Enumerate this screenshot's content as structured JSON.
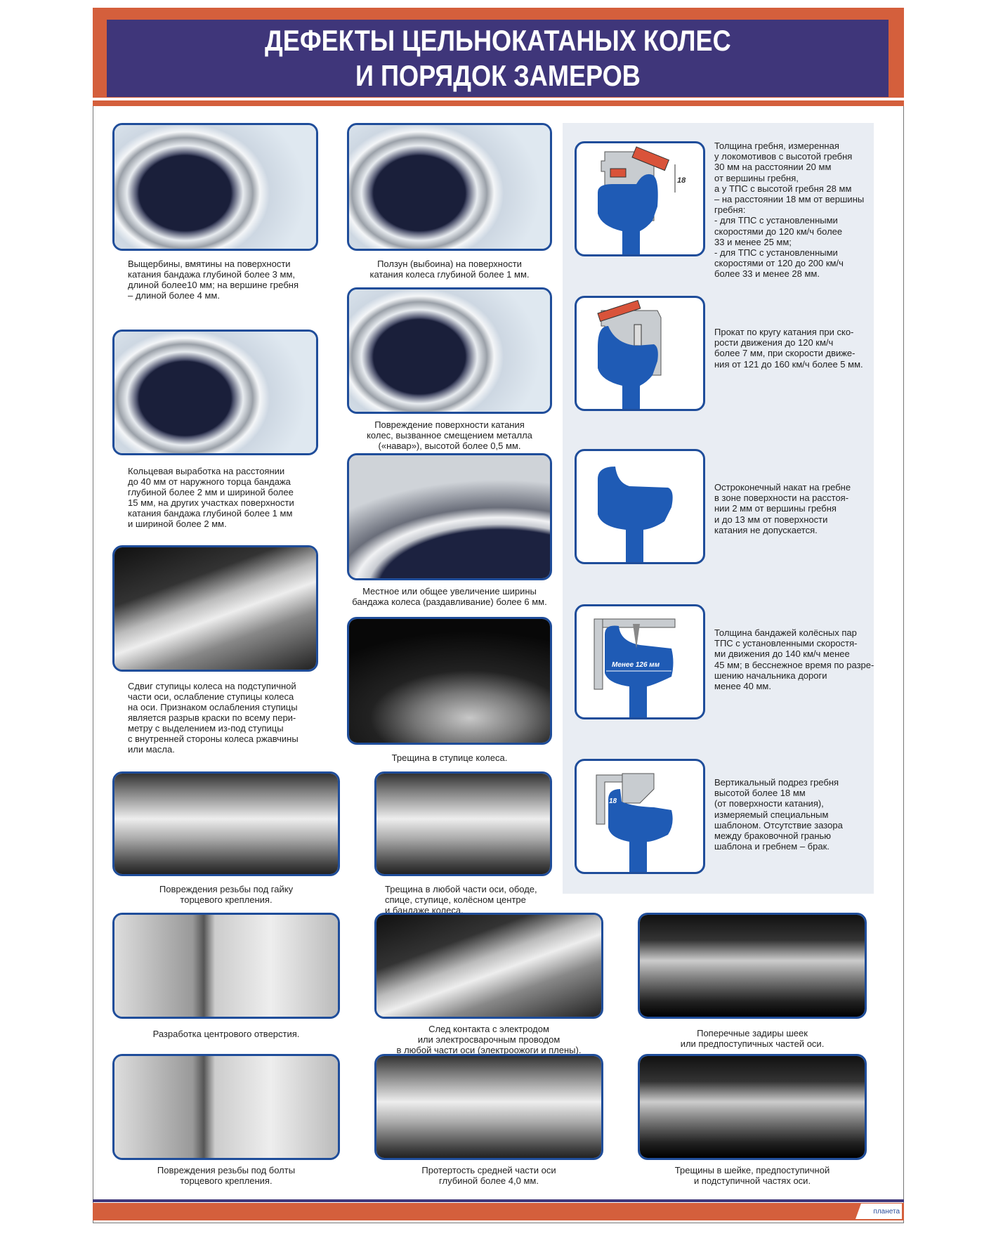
{
  "header": {
    "title_line1": "ДЕФЕКТЫ ЦЕЛЬНОКАТАНЫХ КОЛЕС",
    "title_line2": "И ПОРЯДОК ЗАМЕРОВ"
  },
  "defects": [
    {
      "caption": "Выщербины, вмятины на поверхности\nкатания бандажа глубиной более 3 мм,\nдлиной более10 мм; на вершине гребня\n– длиной более 4 мм."
    },
    {
      "caption": "Ползун (выбоина) на поверхности\nкатания колеса глубиной более 1 мм."
    },
    {
      "caption": "Кольцевая выработка на расстоянии\nдо 40 мм от наружного торца бандажа\nглубиной более 2 мм и шириной более\n15 мм, на других участках поверхности\nкатания бандажа глубиной более 1 мм\nи шириной более 2 мм."
    },
    {
      "caption": "Повреждение поверхности катания\nколес, вызванное смещением металла\n(«навар»),  высотой более 0,5 мм."
    },
    {
      "caption": "Местное или общее увеличение ширины\nбандажа колеса (раздавливание) более 6 мм."
    },
    {
      "caption": "Сдвиг ступицы колеса на подступичной\nчасти оси, ослабление ступицы колеса\nна оси. Признаком ослабления ступицы\nявляется разрыв краски по всему пери-\nметру с выделением из-под ступицы\nс внутренней стороны колеса ржавчины\nили масла."
    },
    {
      "caption": "Трещина в ступице колеса."
    },
    {
      "caption": "Повреждения резьбы под гайку\nторцевого крепления."
    },
    {
      "caption": "Трещина в любой части оси, ободе,\nспице, ступице, колёсном центре\nи бандаже колеса."
    },
    {
      "caption": "Разработка центрового отверстия."
    },
    {
      "caption": "След контакта с электродом\nили электросварочным проводом\nв любой части оси (электроожоги и плены)."
    },
    {
      "caption": "Поперечные задиры шеек\nили предпоступичных частей оси."
    },
    {
      "caption": "Повреждения резьбы под болты\nторцевого крепления."
    },
    {
      "caption": "Протертость средней части оси\nглубиной более 4,0 мм."
    },
    {
      "caption": "Трещины в шейке, предпоступичной\nи подступичной частях оси."
    }
  ],
  "measurements": [
    {
      "text": "Толщина гребня, измеренная\nу локомотивов с высотой гребня\n30 мм на расстоянии 20 мм\nот вершины гребня,\nа у ТПС с высотой гребня 28 мм\n– на расстоянии 18 мм от вершины\nгребня:\n - для ТПС с установленными\n скоростями до 120 км/ч более\n 33 и менее 25 мм;\n - для ТПС с установленными\n скоростями  от 120 до 200 км/ч\n более 33 и менее 28 мм.",
      "label": "18"
    },
    {
      "text": "Прокат по кругу катания при ско-\nрости движения до 120 км/ч\nболее 7 мм, при скорости движе-\nния от 121 до 160 км/ч более 5 мм."
    },
    {
      "text": "Остроконечный накат на гребне\nв зоне поверхности на расстоя-\nнии 2 мм от вершины гребня\nи до 13 мм от поверхности\nкатания не допускается."
    },
    {
      "text": "Толщина бандажей колёсных пар\nТПС с установленными скоростя-\nми движения до 140 км/ч менее\n45 мм; в бесснежное время по разре-\nшению начальника дороги\nменее 40 мм.",
      "label": "Менее 126 мм"
    },
    {
      "text": "Вертикальный подрез гребня\nвысотой более 18 мм\n(от поверхности катания),\nизмеряемый специальным\nшаблоном. Отсутствие зазора\nмежду браковочной гранью\nшаблона и гребнем – брак.",
      "label": "18"
    }
  ],
  "footer": {
    "logo": "планета"
  },
  "colors": {
    "title_bg": "#3f367a",
    "accent": "#d45f3c",
    "frame": "#1f4d9a",
    "profile": "#1f5bb5",
    "panel": "#e9edf3"
  }
}
